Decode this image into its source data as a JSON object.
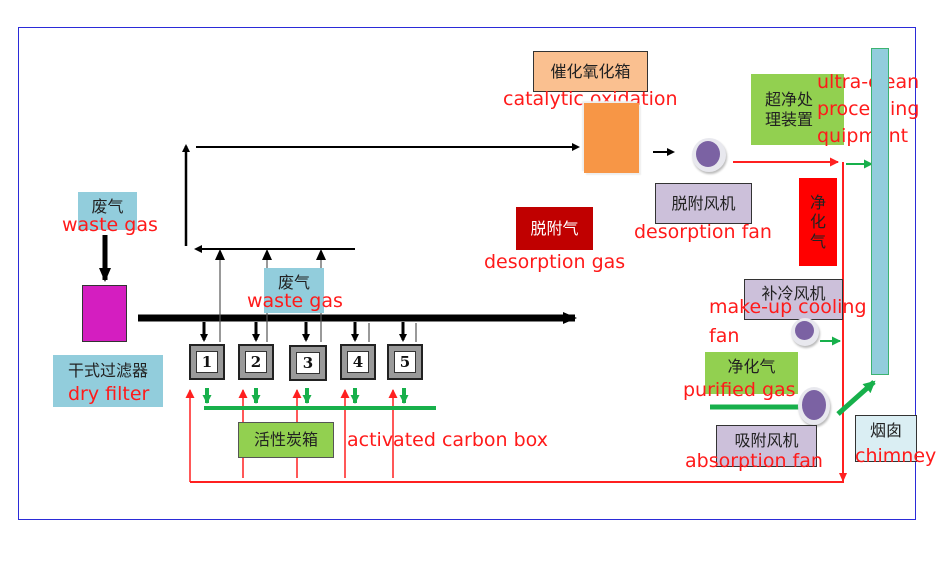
{
  "diagram": {
    "title": "VOC waste gas treatment process: activated carbon adsorption + catalytic oxidation",
    "colors": {
      "frame": "#2b2bd8",
      "label_red": "#ff1a1a",
      "flow_black": "#000000",
      "flow_green": "#17b04b",
      "flow_red": "#ff2020",
      "box_blue": "#92cddc",
      "box_green": "#92d050",
      "box_purple": "#ccc0da",
      "box_peach": "#fac090",
      "catalytic_orange": "#f79646",
      "dry_filter_magenta": "#d41ec0",
      "desorption_gas_dark_red": "#c00000",
      "purified_red": "#ff0000",
      "fan_purple": "#7b62a3"
    },
    "nodes": {
      "waste_gas_top": {
        "cn": "废气",
        "en": "waste gas"
      },
      "dry_filter": {
        "cn": "干式过滤器",
        "en": "dry filter"
      },
      "waste_gas_mid": {
        "cn": "废气",
        "en": "waste gas"
      },
      "catalytic_oxidation": {
        "cn": "催化氧化箱",
        "en": "catalytic oxidation"
      },
      "desorption_gas": {
        "cn": "脱附气",
        "en": "desorption gas"
      },
      "desorption_fan": {
        "cn": "脱附风机",
        "en": "desorption fan"
      },
      "ultra_clean": {
        "cn_line1": "超净处",
        "cn_line2": "理装置",
        "en_line1": "ultra-clean",
        "en_line2": "processing",
        "en_line3": "quipment"
      },
      "purified_gas_vertical": {
        "cn1": "净",
        "cn2": "化",
        "cn3": "气"
      },
      "makeup_fan": {
        "cn": "补冷风机",
        "en_line1": "make-up cooling",
        "en_line2": "fan"
      },
      "purified_gas": {
        "cn": "净化气",
        "en": "purified gas"
      },
      "absorption_fan": {
        "cn": "吸附风机",
        "en": "absorption fan"
      },
      "chimney": {
        "cn": "烟囱",
        "en": "chimney"
      },
      "activated_carbon": {
        "cn": "活性炭箱",
        "en": "activated carbon box"
      }
    },
    "carbon_boxes": [
      "1",
      "2",
      "3",
      "4",
      "5"
    ]
  }
}
